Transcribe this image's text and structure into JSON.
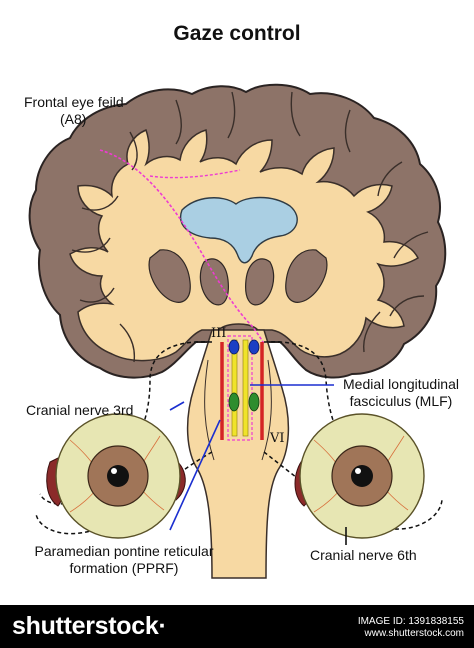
{
  "title": "Gaze control",
  "labels": {
    "frontal_eye_field_line1": "Frontal eye feild",
    "frontal_eye_field_line2": "(A8)",
    "cn3_marker": "III",
    "cn6_marker": "VI",
    "mlf_line1": "Medial longitudinal",
    "mlf_line2": "fasciculus (MLF)",
    "cn3": "Cranial nerve 3rd",
    "pprf_line1": "Paramedian pontine reticular",
    "pprf_line2": "formation (PPRF)",
    "cn6": "Cranial nerve 6th"
  },
  "footer": {
    "logo_main": "shutterstock",
    "logo_mark": "·",
    "image_id": "IMAGE ID: 1391838155",
    "site": "www.shutterstock.com"
  },
  "colors": {
    "cortex": "#8d7368",
    "white_matter": "#f7d9a3",
    "ventricle": "#aacfe3",
    "nucleus": "#8f7469",
    "iris": "#a07558",
    "sclera": "#e7e6b3",
    "muscle": "#8b2a2a",
    "nucleus_iii": "#1b3fc4",
    "nucleus_vi": "#2e8d2e",
    "pathway_red": "#d42424",
    "pathway_blue": "#1b2fd0",
    "pathway_yellow": "#f0e32a",
    "pathway_magenta": "#ee3bd2",
    "footer_bg": "#000000"
  },
  "icons": [
    "brain-coronal-icon",
    "left-eye-icon",
    "right-eye-icon",
    "shutterstock-logo-icon"
  ]
}
